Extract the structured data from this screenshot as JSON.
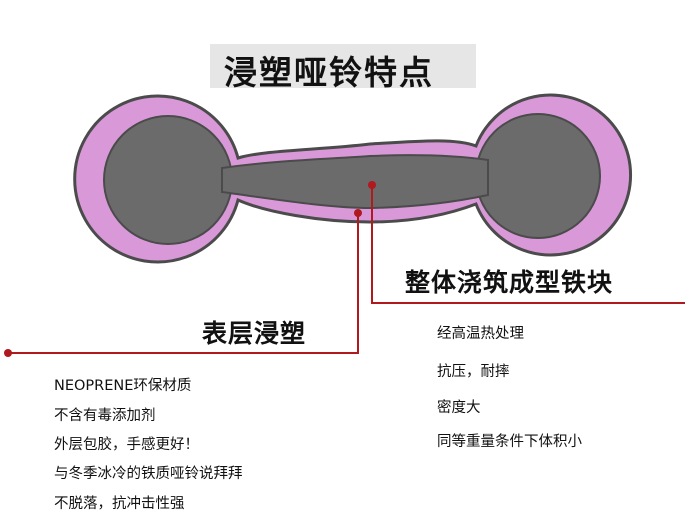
{
  "title": "浸塑哑铃特点",
  "right_section": {
    "heading": "整体浇筑成型铁块",
    "items": [
      "经高温热处理",
      "抗压，耐摔",
      "密度大",
      "同等重量条件下体积小"
    ]
  },
  "left_section": {
    "heading": "表层浸塑",
    "items": [
      "NEOPRENE环保材质",
      "不含有毒添加剂",
      "外层包胶，手感更好！",
      "与冬季冰冷的铁质哑铃说拜拜",
      "不脱落，抗冲击性强"
    ]
  },
  "colors": {
    "coating": "#d999d9",
    "core": "#6b6b6b",
    "outline": "#4b4b4b",
    "callout": "#b0191e"
  }
}
